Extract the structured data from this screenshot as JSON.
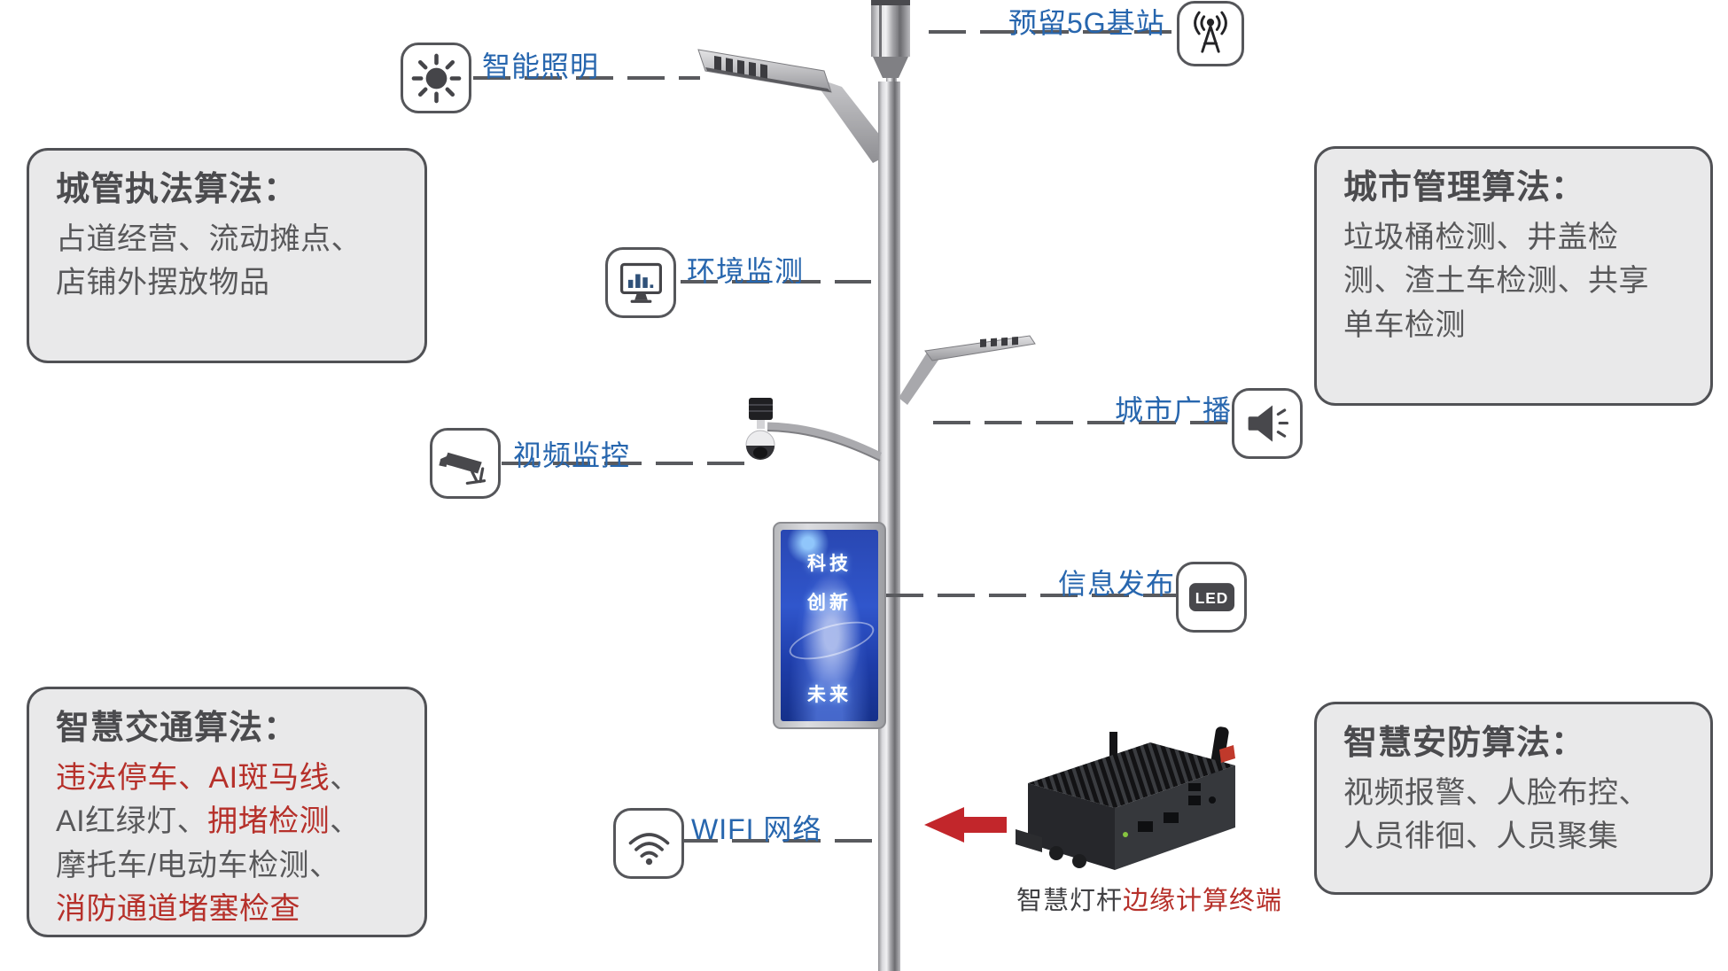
{
  "colors": {
    "label_blue": "#2766ae",
    "alert_red": "#b6302a",
    "box_background": "#e9e9ea",
    "box_border": "#505155",
    "title_gray": "#4b4b4e",
    "body_gray": "#58585a",
    "leader_line_gray": "#595a5e",
    "arrow_red": "#c2262b",
    "screen_blue": "#2b4cba"
  },
  "callouts": {
    "smart_lighting": {
      "label": "智能照明",
      "icon": "sun-icon"
    },
    "reserved_5g": {
      "label": "预留5G基站",
      "icon": "antenna-icon"
    },
    "environment_monitoring": {
      "label": "环境监测",
      "icon": "monitor-chart-icon"
    },
    "video_surveillance": {
      "label": "视频监控",
      "icon": "cctv-camera-icon"
    },
    "city_broadcast": {
      "label": "城市广播",
      "icon": "loudspeaker-icon"
    },
    "information_release": {
      "label": "信息发布",
      "icon": "led-badge-icon"
    },
    "wifi_network": {
      "label": "WIFI 网络",
      "icon": "wifi-icon"
    }
  },
  "led_badge_text": "LED",
  "screen": {
    "line1": "科技",
    "line2": "创新",
    "line3": "未来"
  },
  "boxes": {
    "urban_enforcement": {
      "title": "城管执法算法：",
      "segments": [
        {
          "text": "占道经营、流动摊点、店铺外摆放物品",
          "color": "gray"
        }
      ]
    },
    "city_management": {
      "title": "城市管理算法：",
      "segments": [
        {
          "text": "垃圾桶检测、井盖检测、渣土车检测、共享单车检测",
          "color": "gray"
        }
      ]
    },
    "smart_traffic": {
      "title": "智慧交通算法：",
      "segments": [
        {
          "text": "违法停车、",
          "color": "red"
        },
        {
          "text": "AI斑马线",
          "color": "red"
        },
        {
          "text": "、",
          "color": "gray"
        },
        {
          "text": "AI红绿灯、",
          "color": "gray"
        },
        {
          "text": "拥堵检测",
          "color": "red"
        },
        {
          "text": "、",
          "color": "gray"
        },
        {
          "text": "摩托车/电动车检测、",
          "color": "gray"
        },
        {
          "text": "消防通道堵塞检查",
          "color": "red"
        }
      ]
    },
    "smart_security": {
      "title": "智慧安防算法：",
      "segments": [
        {
          "text": "视频报警、人脸布控、人员徘徊、人员聚集",
          "color": "gray"
        }
      ]
    }
  },
  "device_caption": {
    "segments": [
      {
        "text": "智慧灯杆",
        "color": "dark"
      },
      {
        "text": "边缘计算终端",
        "color": "red"
      }
    ]
  }
}
